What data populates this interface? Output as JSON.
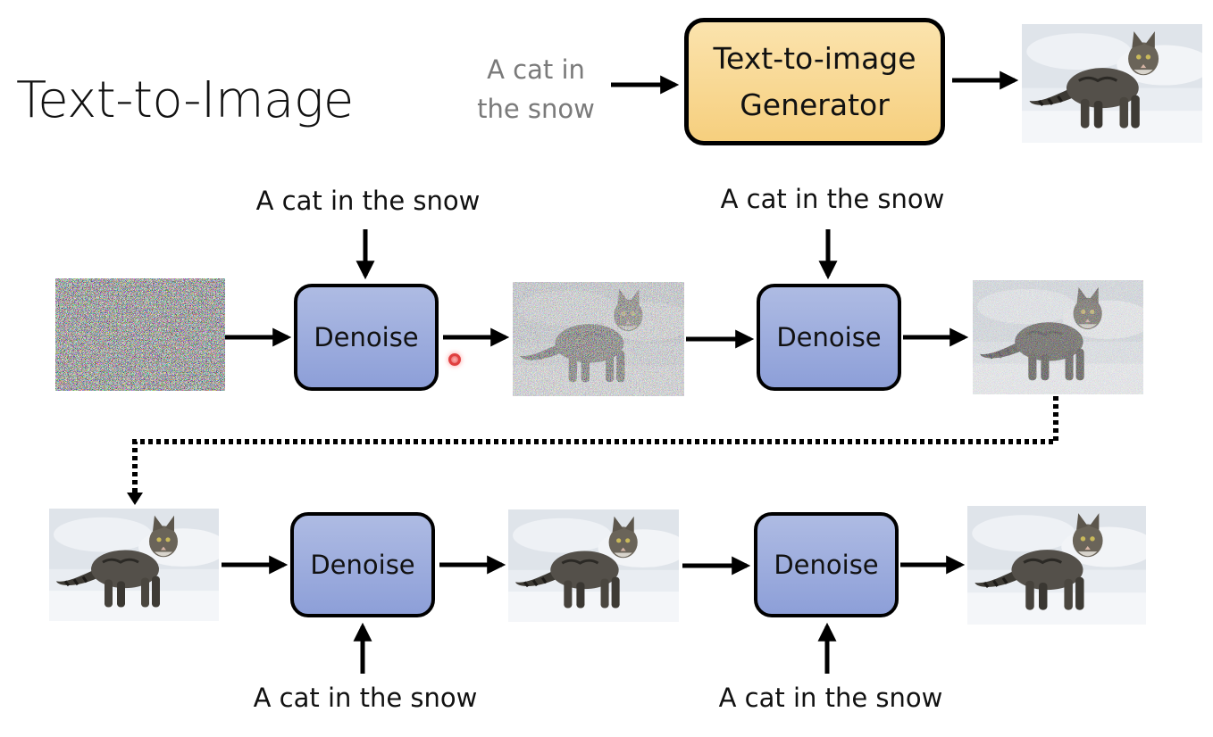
{
  "title": "Text-to-Image",
  "top": {
    "prompt_line1": "A cat in",
    "prompt_line2": "the snow",
    "generator_line1": "Text-to-image",
    "generator_line2": "Generator"
  },
  "steps": {
    "denoise_label": "Denoise",
    "condition_text": "A cat in the snow"
  },
  "colors": {
    "generator_fill": "#f6cf7e",
    "denoise_fill": "#8d9fd8",
    "laser_pointer": "#e04040"
  }
}
